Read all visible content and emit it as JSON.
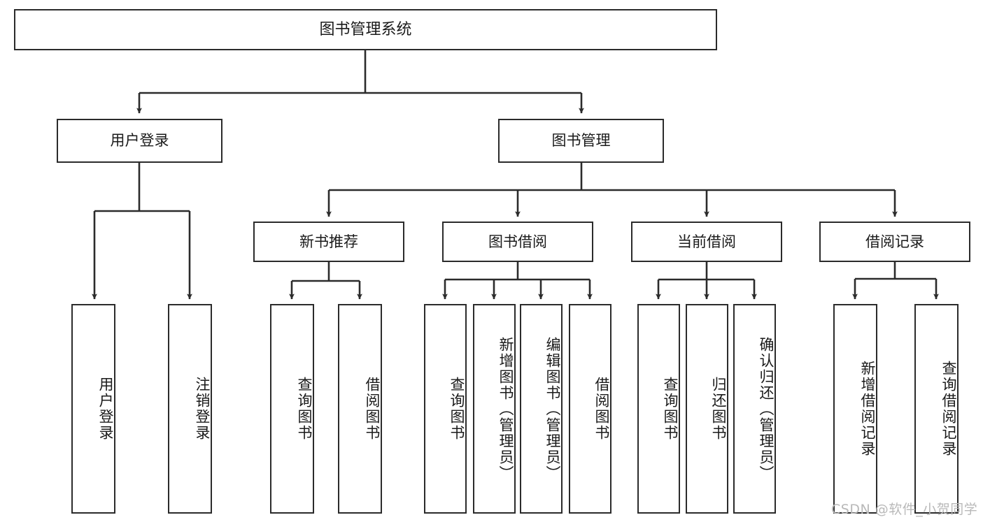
{
  "diagram": {
    "title": "图书管理系统",
    "type": "tree-hierarchy-chart",
    "root": {
      "label": "图书管理系统"
    },
    "level2": [
      {
        "label": "用户登录"
      },
      {
        "label": "图书管理"
      }
    ],
    "level3": [
      {
        "label": "新书推荐"
      },
      {
        "label": "图书借阅"
      },
      {
        "label": "当前借阅"
      },
      {
        "label": "借阅记录"
      }
    ],
    "leaves": {
      "user_login": [
        {
          "label": "用户登录"
        },
        {
          "label": "注销登录"
        }
      ],
      "new_book_recommend": [
        {
          "label": "查询图书"
        },
        {
          "label": "借阅图书"
        }
      ],
      "book_borrow": [
        {
          "label": "查询图书"
        },
        {
          "label": "新增图书（管理员）"
        },
        {
          "label": "编辑图书（管理员）"
        },
        {
          "label": "借阅图书"
        }
      ],
      "current_borrow": [
        {
          "label": "查询图书"
        },
        {
          "label": "归还图书"
        },
        {
          "label": "确认归还（管理员）"
        }
      ],
      "borrow_records": [
        {
          "label": "新增借阅记录"
        },
        {
          "label": "查询借阅记录"
        }
      ]
    }
  },
  "watermark": {
    "text": "CSDN @软件_小贺同学"
  },
  "colors": {
    "stroke": "#2b2b2b",
    "background": "#ffffff",
    "text": "#1a1a1a",
    "watermark": "#b9b9b9"
  }
}
